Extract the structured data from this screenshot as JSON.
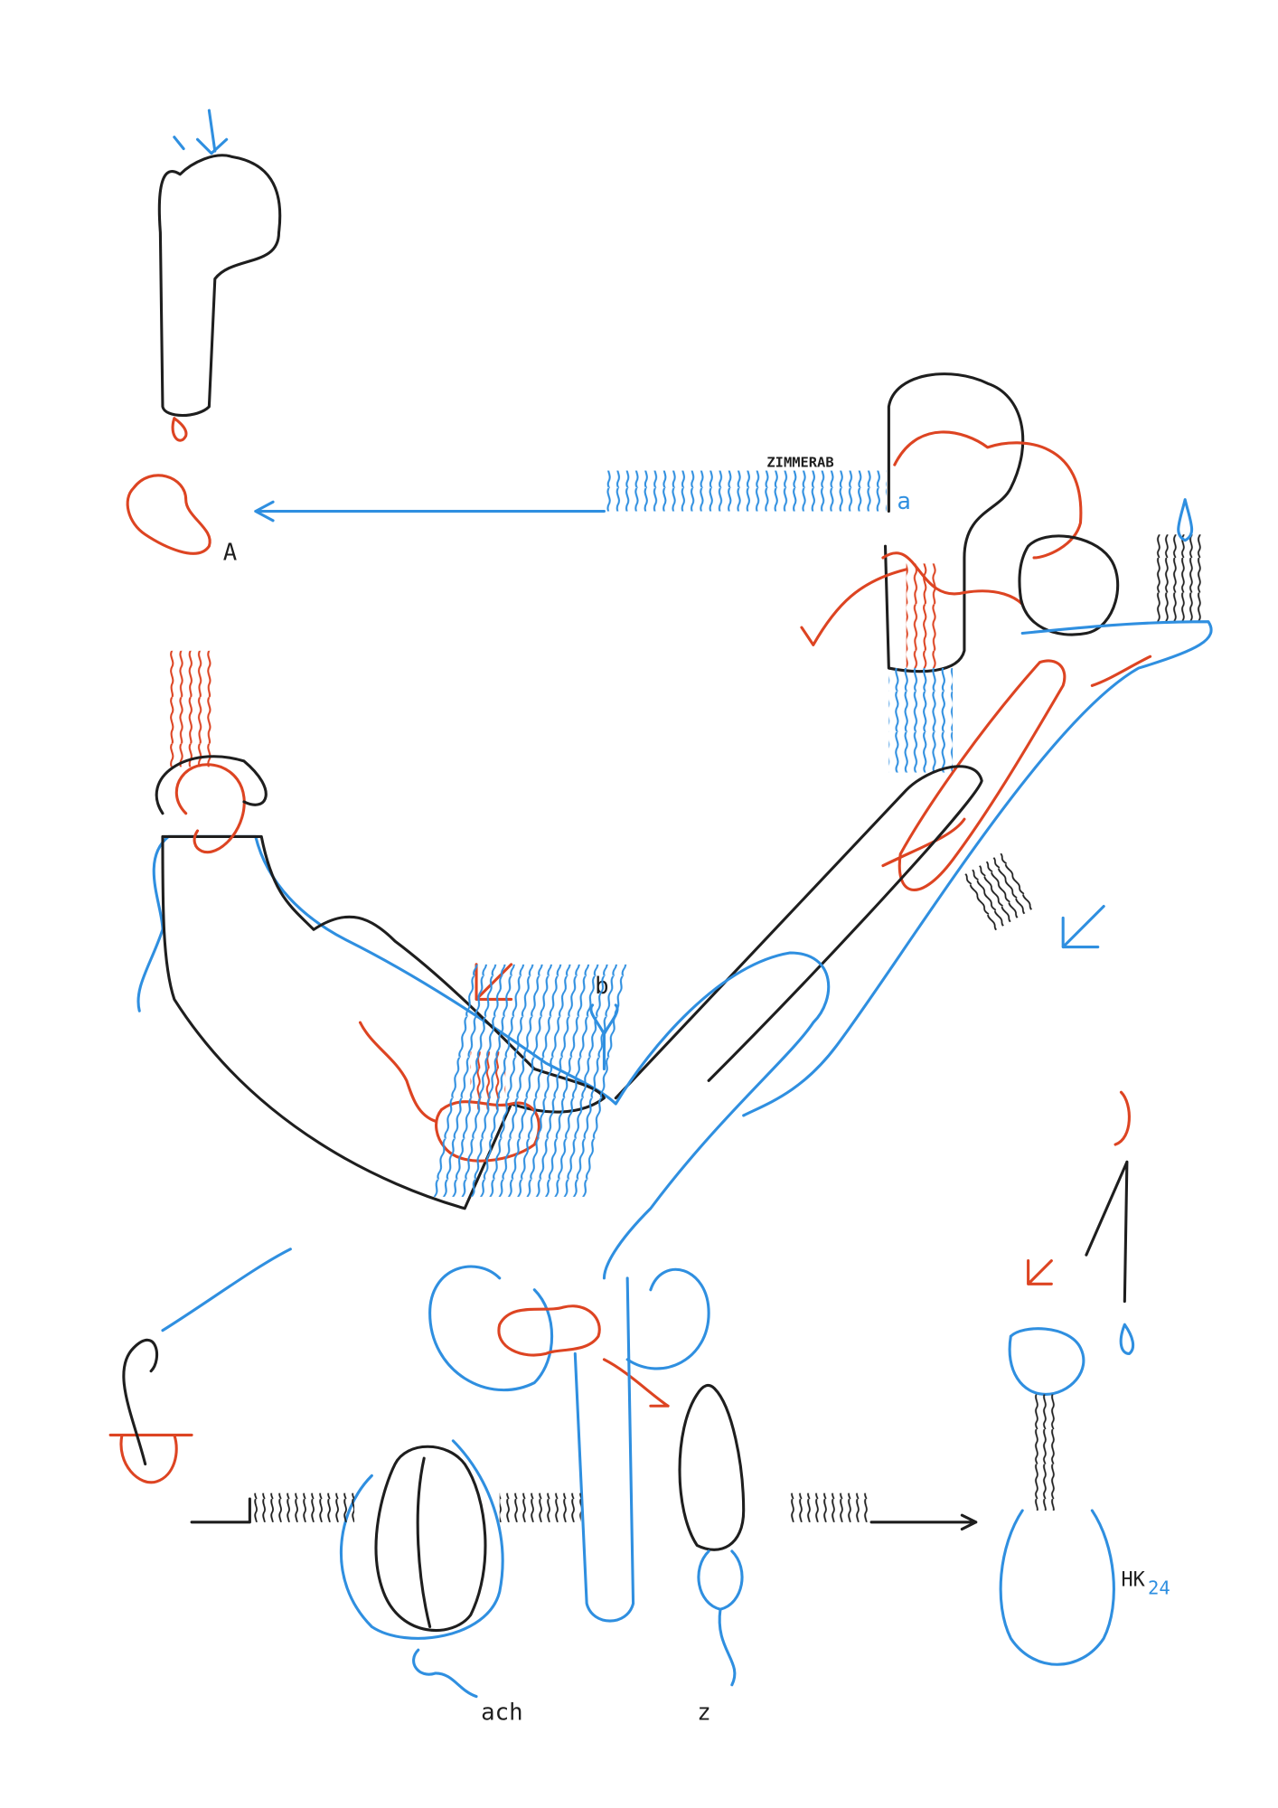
{
  "artwork": {
    "type": "pen drawing",
    "colors": {
      "black": "#1e1e1e",
      "blue": "#2f8fe0",
      "red": "#dd4422"
    },
    "labels": {
      "zimmerab": "ZIMMERAB",
      "a": "a",
      "A": "A",
      "b": "b",
      "ach": "ach",
      "z": "z",
      "signature": "HK",
      "signature_number": "24"
    }
  }
}
